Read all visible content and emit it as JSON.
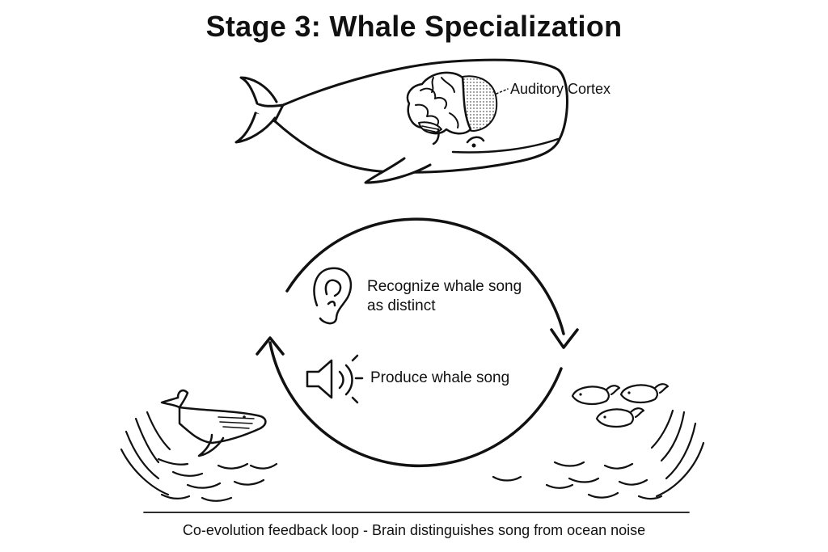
{
  "title": "Stage 3: Whale Specialization",
  "brain_label": "Auditory Cortex",
  "loop": {
    "recognize": {
      "line1": "Recognize whale song",
      "line2": "as distinct",
      "icon": "ear-icon"
    },
    "produce": {
      "text": "Produce whale song",
      "icon": "speaker-icon"
    }
  },
  "caption": "Co-evolution feedback loop - Brain distinguishes song from ocean noise",
  "colors": {
    "ink": "#111111",
    "background": "#ffffff"
  }
}
